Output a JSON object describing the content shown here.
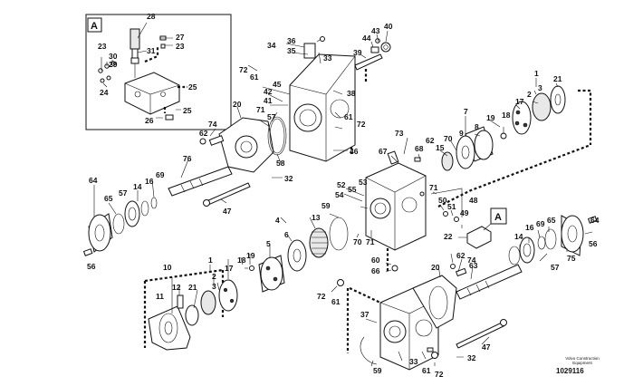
{
  "caption": {
    "line1": "Volvo Construction",
    "line2": "Equipment",
    "doc_number": "1029116"
  },
  "detail_flag": "A",
  "callouts": {
    "c1": "28",
    "c2": "31",
    "c3": "27",
    "c4": "23",
    "c5": "23",
    "c6": "30",
    "c7": "29",
    "c8": "24",
    "c9": "25",
    "c10": "25",
    "c11": "26",
    "c12": "36",
    "c13": "34",
    "c14": "35",
    "c15": "33",
    "c16": "72",
    "c17": "61",
    "c18": "45",
    "c19": "42",
    "c20": "41",
    "c21": "38",
    "c22": "61",
    "c23": "72",
    "c24": "46",
    "c25": "71",
    "c26": "57",
    "c27": "58",
    "c28": "20",
    "c29": "74",
    "c30": "62",
    "c31": "76",
    "c32": "32",
    "c33": "47",
    "c34": "40",
    "c35": "43",
    "c36": "44",
    "c37": "39",
    "c38": "1",
    "c39": "3",
    "c40": "2",
    "c41": "21",
    "c42": "17",
    "c43": "7",
    "c44": "9",
    "c45": "8",
    "c46": "19",
    "c47": "18",
    "c48": "70",
    "c49": "15",
    "c50": "68",
    "c51": "62",
    "c52": "73",
    "c53": "67",
    "c54": "64",
    "c55": "65",
    "c56": "14",
    "c57": "57",
    "c58": "16",
    "c59": "69",
    "c60": "56",
    "c61": "52",
    "c62": "54",
    "c63": "55",
    "c64": "53",
    "c65": "59",
    "c66": "70",
    "c67": "71",
    "c68": "71",
    "c69": "50",
    "c70": "51",
    "c71": "49",
    "c72": "48",
    "c73": "22",
    "c74": "60",
    "c75": "66",
    "c76": "4",
    "c77": "6",
    "c78": "13",
    "c79": "5",
    "c80": "10",
    "c81": "11",
    "c82": "12",
    "c83": "21",
    "c84": "1",
    "c85": "2",
    "c86": "3",
    "c87": "17",
    "c88": "18",
    "c89": "19",
    "c90": "74",
    "c91": "62",
    "c92": "20",
    "c93": "63",
    "c94": "72",
    "c95": "61",
    "c96": "37",
    "c97": "59",
    "c98": "33",
    "c99": "61",
    "c100": "72",
    "c101": "32",
    "c102": "47",
    "c103": "14",
    "c104": "16",
    "c105": "69",
    "c106": "65",
    "c107": "64",
    "c108": "57",
    "c109": "75",
    "c110": "56"
  }
}
